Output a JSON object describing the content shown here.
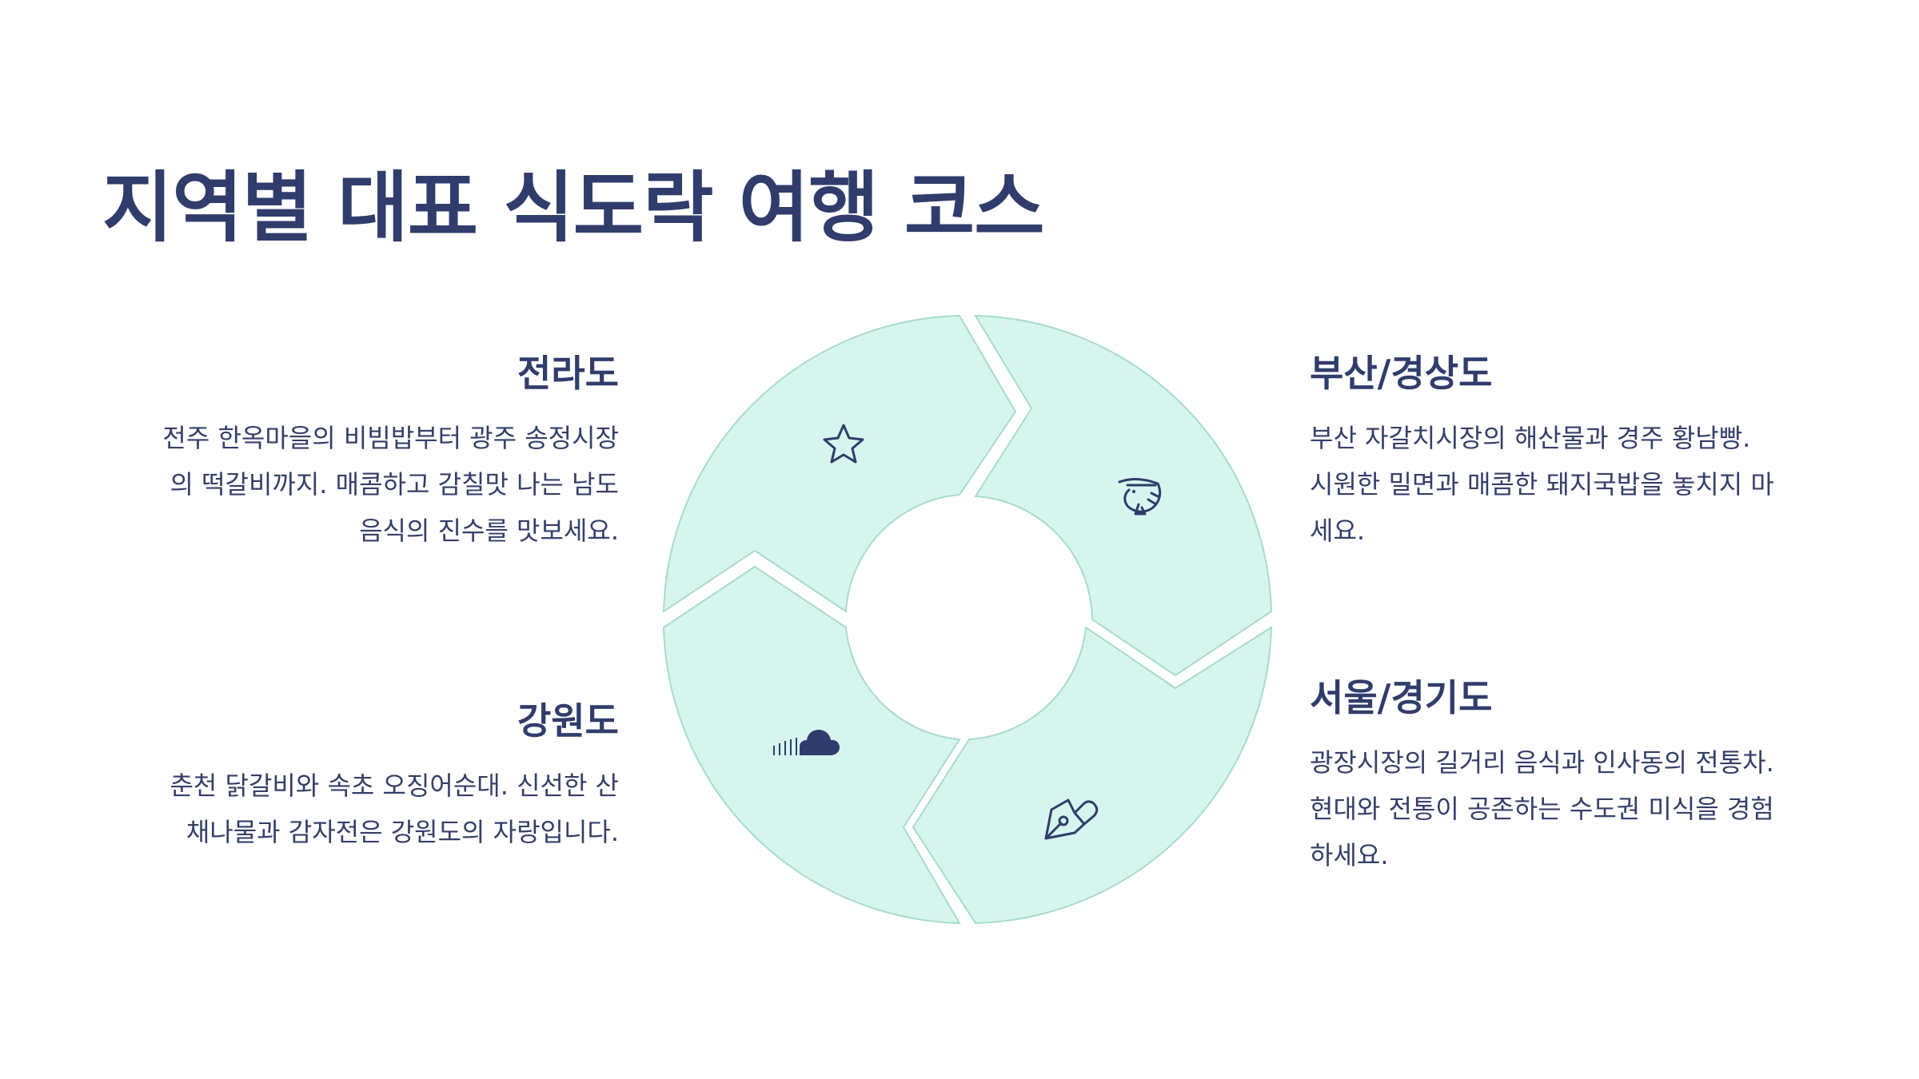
{
  "title": "지역별 대표 식도락 여행 코스",
  "regions": {
    "jeolla": {
      "name": "전라도",
      "lines": [
        "전주 한옥마을의 비빔밥부터 광주 송정시장",
        "의 떡갈비까지. 매콤하고 감칠맛 나는 남도",
        "음식의 진수를 맛보세요."
      ],
      "icon": "star-icon"
    },
    "busan": {
      "name": "부산/경상도",
      "lines": [
        "부산 자갈치시장의 해산물과 경주 황남빵.",
        "시원한 밀면과 매콤한 돼지국밥을 놓치지 마",
        "세요."
      ],
      "icon": "shrimp-icon"
    },
    "gangwon": {
      "name": "강원도",
      "lines": [
        "춘천 닭갈비와 속초 오징어순대. 신선한 산",
        "채나물과 감자전은 강원도의 자랑입니다."
      ],
      "icon": "cloud-icon"
    },
    "seoul": {
      "name": "서울/경기도",
      "lines": [
        "광장시장의 길거리 음식과 인사동의 전통차.",
        "현대와 전통이 공존하는 수도권 미식을 경험",
        "하세요."
      ],
      "icon": "pen-nib-icon"
    }
  },
  "colors": {
    "title": "#303d6c",
    "text": "#343f6a",
    "segment_fill": "#d6f5ee",
    "segment_stroke": "#a8dccd",
    "icon": "#2f3c6b"
  }
}
